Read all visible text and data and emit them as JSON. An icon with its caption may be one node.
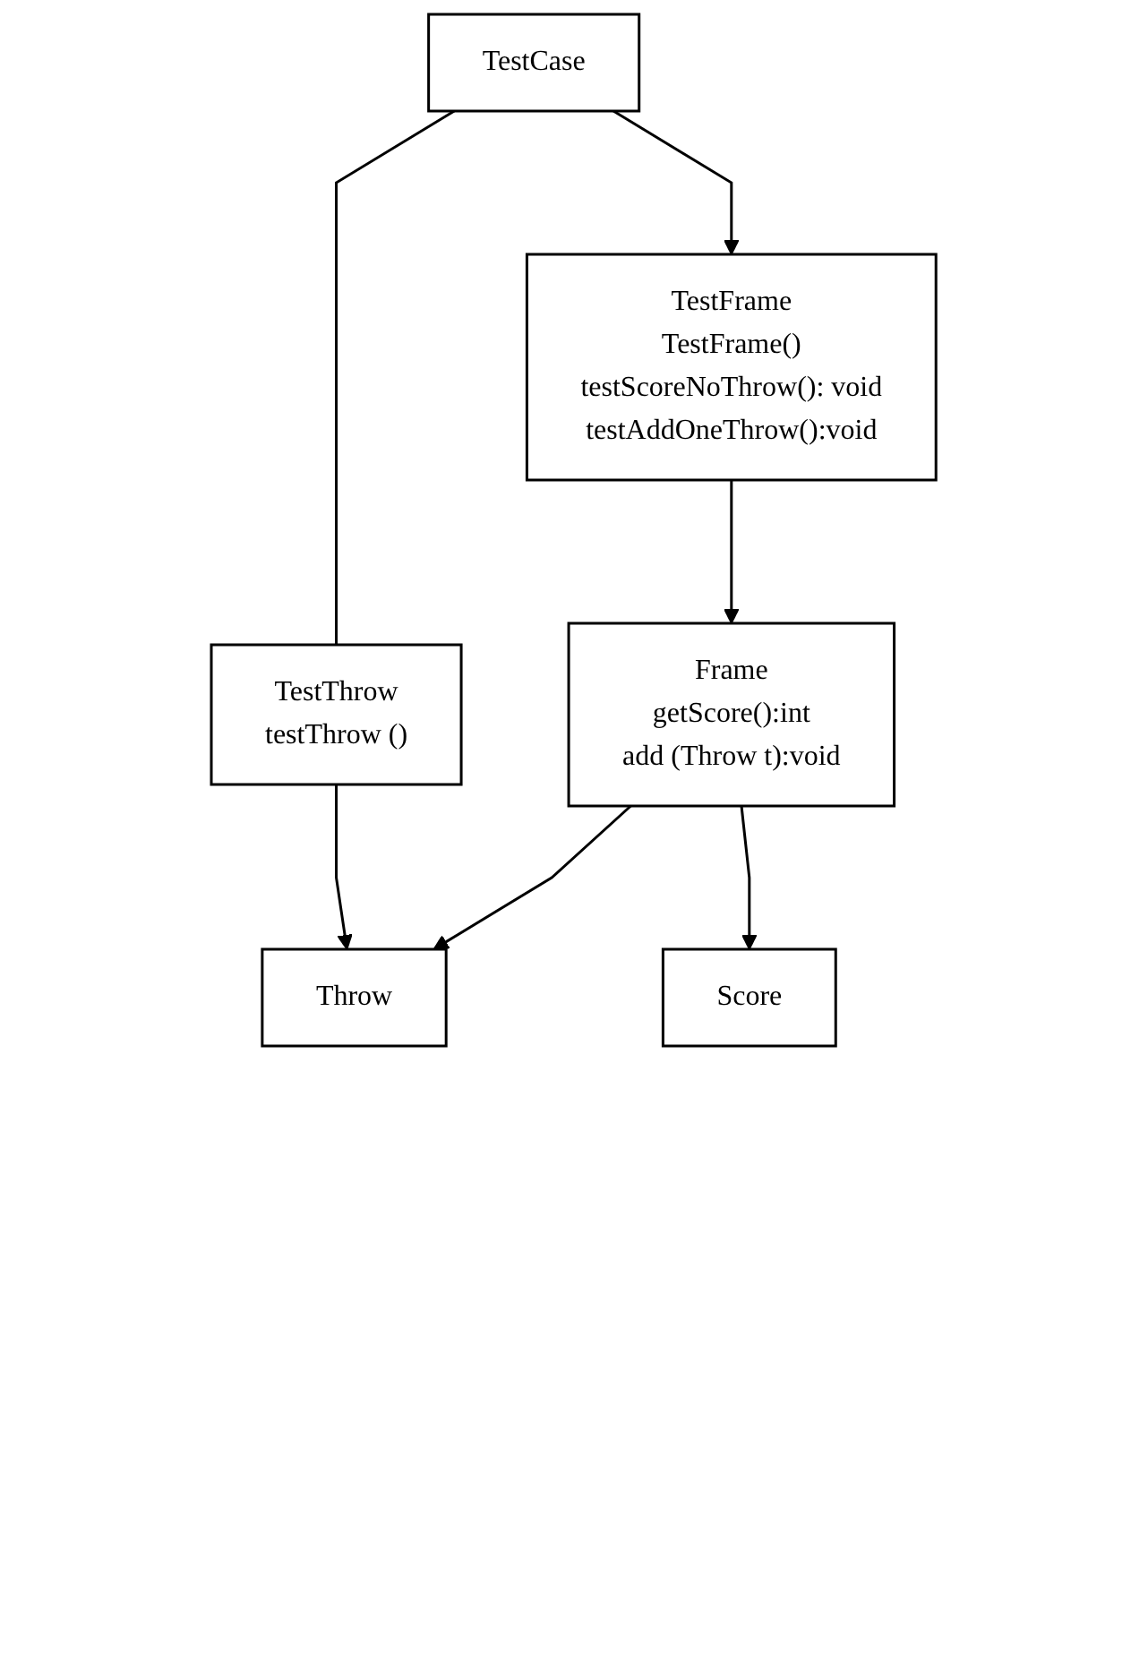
{
  "diagram": {
    "nodes": [
      {
        "text": [
          "TestCase"
        ]
      },
      {
        "text": [
          "TestFrame",
          "TestFrame()",
          "testScoreNoThrow(): void",
          "testAddOneThrow():void"
        ]
      },
      {
        "text": [
          "TestThrow",
          "testThrow ()"
        ]
      },
      {
        "text": [
          "Frame",
          "getScore():int",
          "add (Throw t):void"
        ]
      },
      {
        "text": [
          "Throw"
        ]
      },
      {
        "text": [
          "Score"
        ]
      }
    ],
    "edges": [
      {
        "from": 0,
        "to": 1,
        "arrow": "to"
      },
      {
        "from": 1,
        "to": 3,
        "arrow": "to"
      },
      {
        "from": 0,
        "to": 2,
        "arrow": "none"
      },
      {
        "from": 2,
        "to": 4,
        "arrow": "to"
      },
      {
        "from": 3,
        "to": 4,
        "arrow": "to"
      },
      {
        "from": 3,
        "to": 5,
        "arrow": "to"
      }
    ]
  }
}
